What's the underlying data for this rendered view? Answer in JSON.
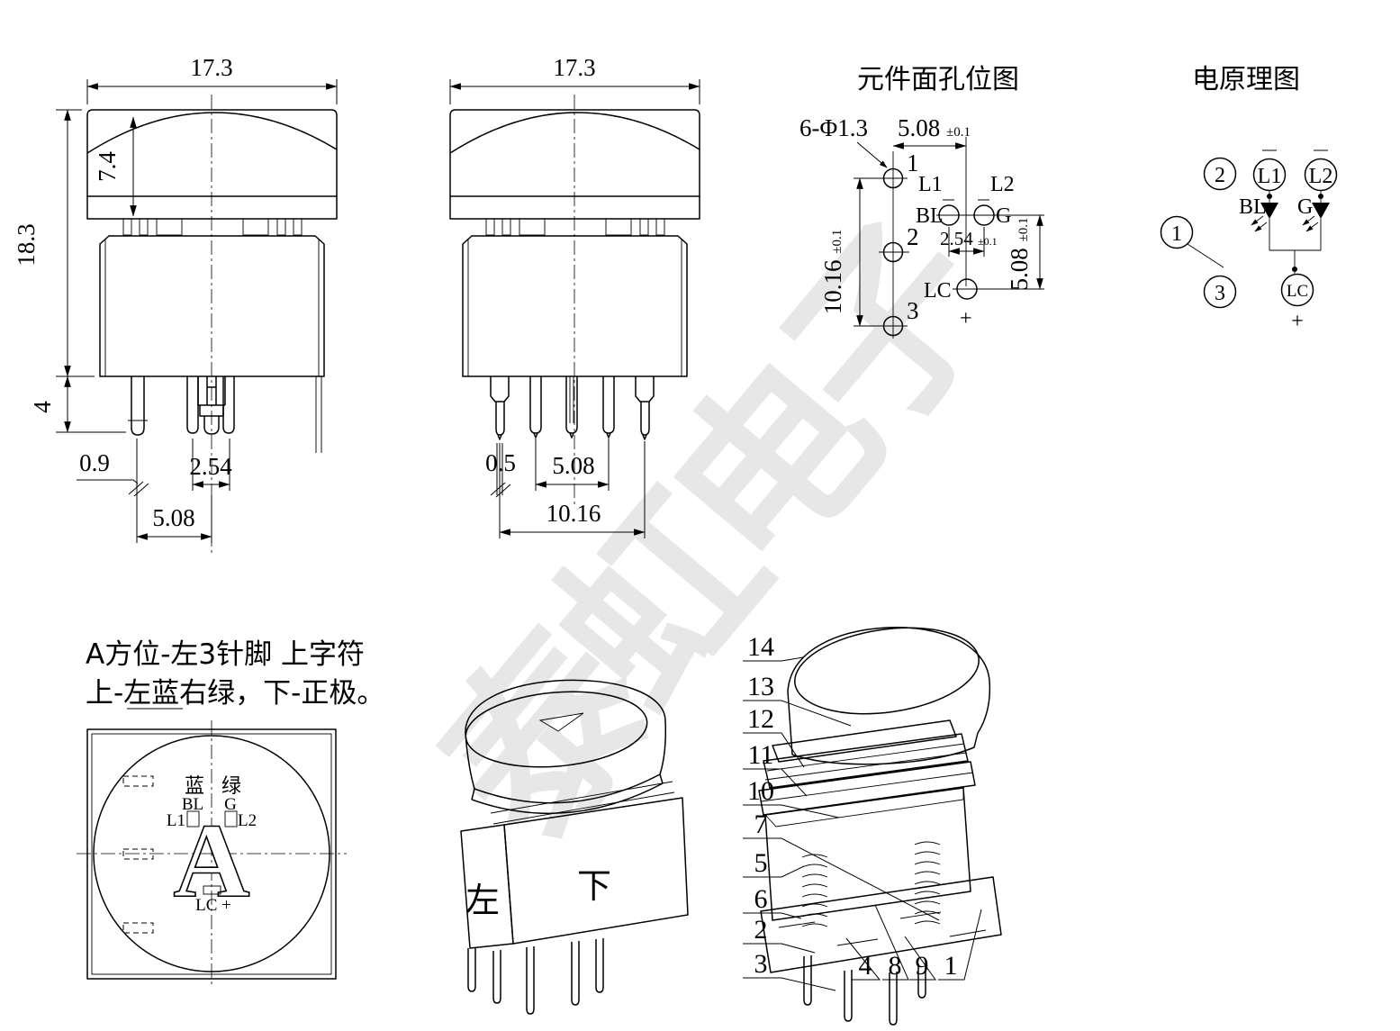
{
  "page": {
    "watermark": {
      "text": "泰虹电子",
      "color": "#e7e7e7"
    }
  },
  "front_view": {
    "dim_width": "17.3",
    "dim_cap_height": "7.4",
    "dim_total_height": "18.3",
    "dim_pin_len": "4",
    "dim_pin_width": "0.9",
    "dim_pitch_small": "2.54",
    "dim_pitch": "5.08"
  },
  "side_view": {
    "dim_width": "17.3",
    "dim_offset": "0.5",
    "dim_pitch": "5.08",
    "dim_span": "10.16"
  },
  "hole_map": {
    "title": "元件面孔位图",
    "hole_callout": "6-Φ1.3",
    "dim_top_main": "5.08",
    "dim_top_tol": "±0.1",
    "dim_left_main": "10.16",
    "dim_left_tol": "±0.1",
    "dim_right_main": "5.08",
    "dim_right_tol": "±0.1",
    "dim_mid_main": "2.54",
    "dim_mid_tol": "±0.1",
    "hole1": "1",
    "hole2": "2",
    "hole3": "3",
    "l1": "L1",
    "l2": "L2",
    "bl": "BL",
    "g": "G",
    "lc": "LC",
    "plus": "+"
  },
  "schematic": {
    "title": "电原理图",
    "n1": "1",
    "n2": "2",
    "n3": "3",
    "l1": "L1",
    "l2": "L2",
    "bl": "BL",
    "g": "G",
    "lc": "LC",
    "plus": "+"
  },
  "face_view": {
    "note_line1": "A方位-左3针脚 上字符",
    "note_line2": "上-左蓝右绿，下-正极。",
    "blue": "蓝",
    "green": "绿",
    "bl": "BL",
    "g": "G",
    "l1": "L1",
    "l2": "L2",
    "lc_plus": "LC +",
    "letter": "A"
  },
  "iso_view": {
    "label_left": "左",
    "label_bottom": "下"
  },
  "exploded_view": {
    "callouts_left": [
      "14",
      "13",
      "12",
      "11",
      "10",
      "7",
      "5",
      "6",
      "2",
      "3"
    ],
    "callouts_bottom": [
      "4",
      "8",
      "9",
      "1"
    ]
  }
}
